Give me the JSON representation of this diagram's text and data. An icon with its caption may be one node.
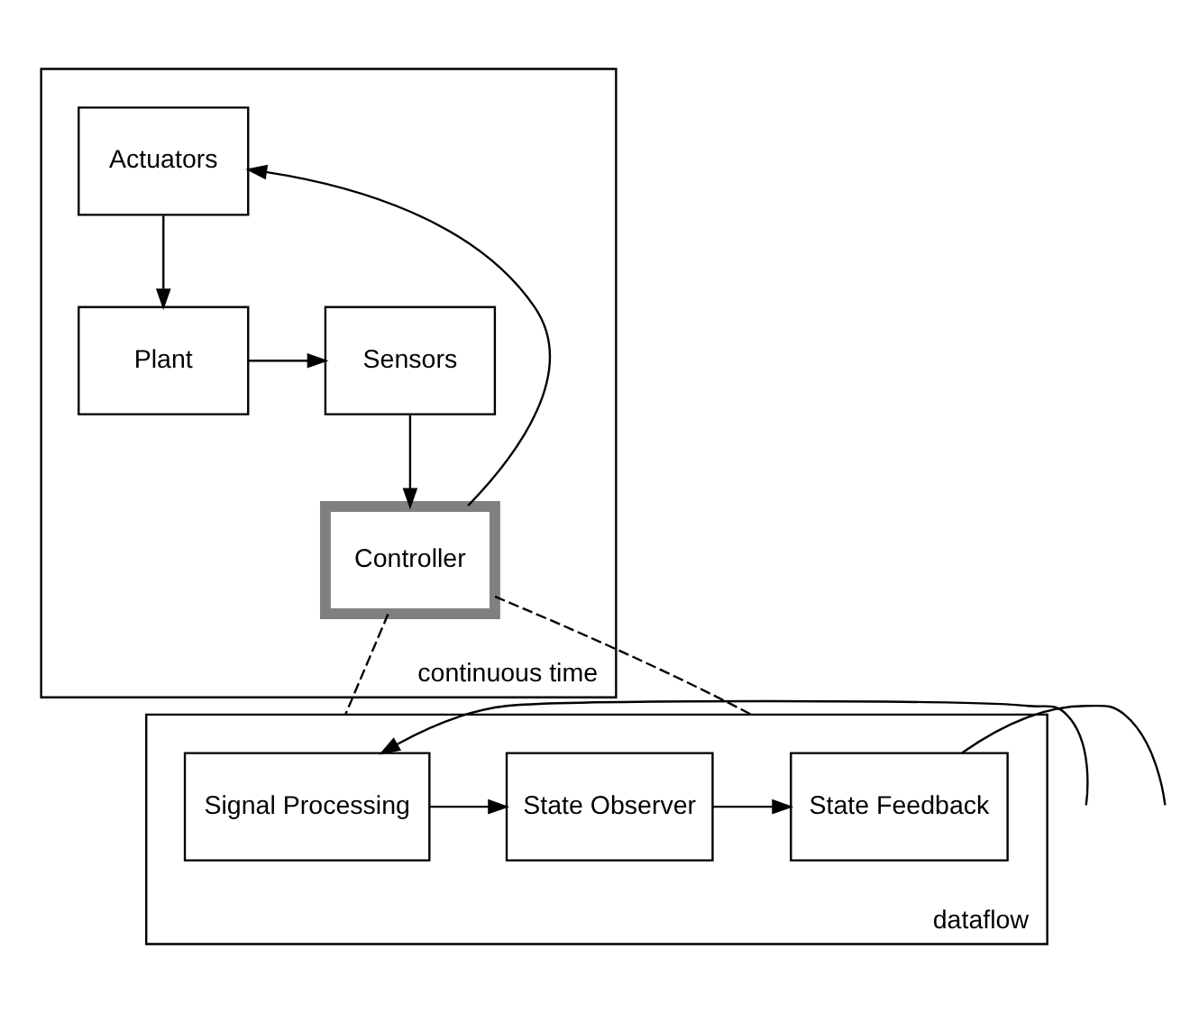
{
  "diagram": {
    "nodes": [
      {
        "text": [
          "continuous time"
        ]
      },
      {
        "text": [
          "Actuators"
        ],
        "in": 0
      },
      {
        "text": [
          "Plant"
        ],
        "in": 0
      },
      {
        "text": [
          "Sensors"
        ],
        "in": 0
      },
      {
        "text": [
          "Controller"
        ],
        "in": 0
      },
      {
        "text": [
          "dataflow"
        ]
      },
      {
        "text": [
          "Signal Processing"
        ],
        "in": 5
      },
      {
        "text": [
          "State Observer"
        ],
        "in": 5
      },
      {
        "text": [
          "State Feedback"
        ],
        "in": 5
      }
    ],
    "edges": [
      {
        "from": 1,
        "to": 2,
        "arrow": "to"
      },
      {
        "from": 2,
        "to": 3,
        "arrow": "to"
      },
      {
        "from": 3,
        "to": 4,
        "arrow": "to"
      },
      {
        "from": 4,
        "to": 1,
        "arrow": "to"
      },
      {
        "from": 4,
        "to": 5,
        "arrow": "none",
        "style": "dashed"
      },
      {
        "from": 4,
        "to": 5,
        "arrow": "none",
        "style": "dashed"
      },
      {
        "from": null,
        "to": 6,
        "arrow": "to"
      },
      {
        "from": 6,
        "to": 7,
        "arrow": "to"
      },
      {
        "from": 7,
        "to": 8,
        "arrow": "to"
      },
      {
        "from": 8,
        "to": null,
        "arrow": "none"
      }
    ]
  }
}
